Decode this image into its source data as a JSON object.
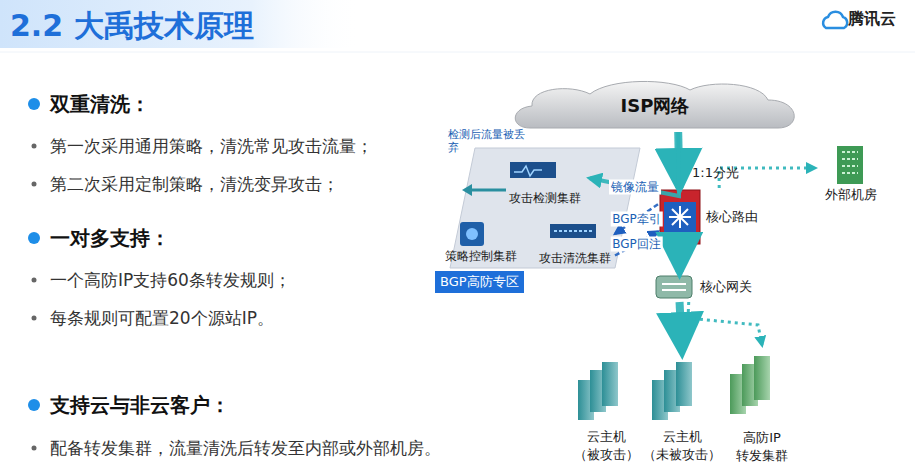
{
  "diagram": {
    "title": "2.2 大禹技术原理",
    "nodes": [
      {
        "text": [
          "ISP网络"
        ]
      },
      {
        "text": [
          "BGP高防专区"
        ]
      },
      {
        "text": [
          "攻击检测集群"
        ],
        "in": 1
      },
      {
        "text": [
          "策略控制集群"
        ],
        "in": 1
      },
      {
        "text": [
          "攻击清洗集群"
        ],
        "in": 1
      },
      {
        "text": [
          "核心路由"
        ]
      },
      {
        "text": [
          "外部机房"
        ]
      },
      {
        "text": [
          "核心网关"
        ]
      },
      {
        "text": [
          "云主机 （被攻击）"
        ]
      },
      {
        "text": [
          "云主机 （未被攻击）"
        ]
      },
      {
        "text": [
          "高防IP 转发集群"
        ]
      }
    ],
    "edges": [
      {
        "from": 0,
        "to": 5,
        "arrow": "to"
      },
      {
        "from": 0,
        "to": 2,
        "label": "镜像流量",
        "arrow": "to"
      },
      {
        "from": 5,
        "to": 4,
        "label": "BGP牵引",
        "arrow": "to"
      },
      {
        "from": 4,
        "to": 5,
        "label": "BGP回注",
        "arrow": "to"
      },
      {
        "from": 5,
        "to": 7,
        "arrow": "to"
      },
      {
        "from": 7,
        "to": 9,
        "arrow": "to"
      },
      {
        "from": 7,
        "to": 10,
        "arrow": "to"
      },
      {
        "from": 5,
        "to": 6,
        "arrow": "to"
      }
    ],
    "labels": [
      "腾讯云",
      "双重清洗：",
      "第一次采用通用策略，清洗常见攻击流量；",
      "第二次采用定制策略，清洗变异攻击；",
      "一对多支持：",
      "一个高防IP支持60条转发规则；",
      "每条规则可配置20个源站IP。",
      "支持云与非云客户：",
      "配备转发集群，流量清洗后转发至内部或外部机房。",
      "检测后流量被丢弃",
      "1:1分光"
    ]
  }
}
